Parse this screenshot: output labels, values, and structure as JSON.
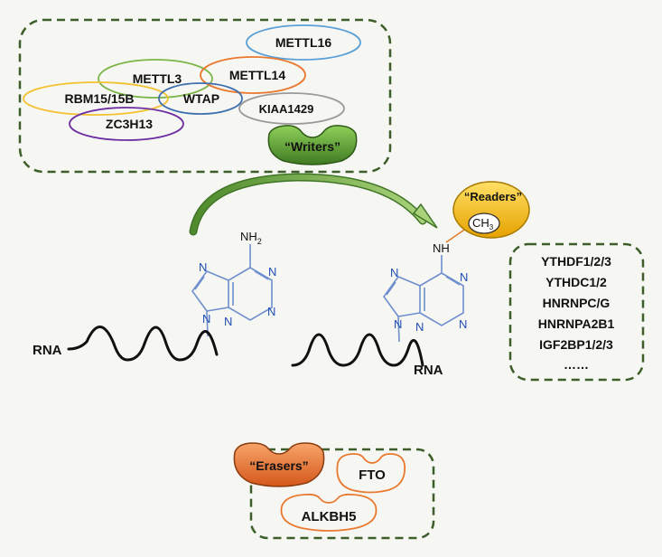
{
  "writers": {
    "enzymes": [
      "METTL16",
      "METTL3",
      "METTL14",
      "RBM15/15B",
      "WTAP",
      "KIAA1429",
      "ZC3H13"
    ],
    "badge": "“Writers”"
  },
  "readers": {
    "badge": "“Readers”",
    "methyl": "CH",
    "methyl_sub": "3",
    "proteins": [
      "YTHDF1/2/3",
      "YTHDC1/2",
      "HNRNPC/G",
      "HNRNPA2B1",
      "IGF2BP1/2/3",
      "……"
    ]
  },
  "erasers": {
    "badge": "“Erasers”",
    "enzymes": [
      "FTO",
      "ALKBH5"
    ]
  },
  "left_molecule": {
    "rna_label": "RNA",
    "amine": "NH",
    "amine_sub": "2",
    "ring_atoms": [
      "N",
      "N",
      "N",
      "N",
      "N"
    ]
  },
  "right_molecule": {
    "rna_label": "RNA",
    "amine": "NH",
    "ring_atoms": [
      "N",
      "N",
      "N",
      "N",
      "N"
    ]
  },
  "colors": {
    "box_border": "#3d5e2a",
    "arrow": "#6fa14a",
    "writers_badge": "#4f8a2e",
    "readers_badge": "#f2b300",
    "erasers_badge": "#e26a22",
    "molecule_bond": "#6f8fcf"
  }
}
